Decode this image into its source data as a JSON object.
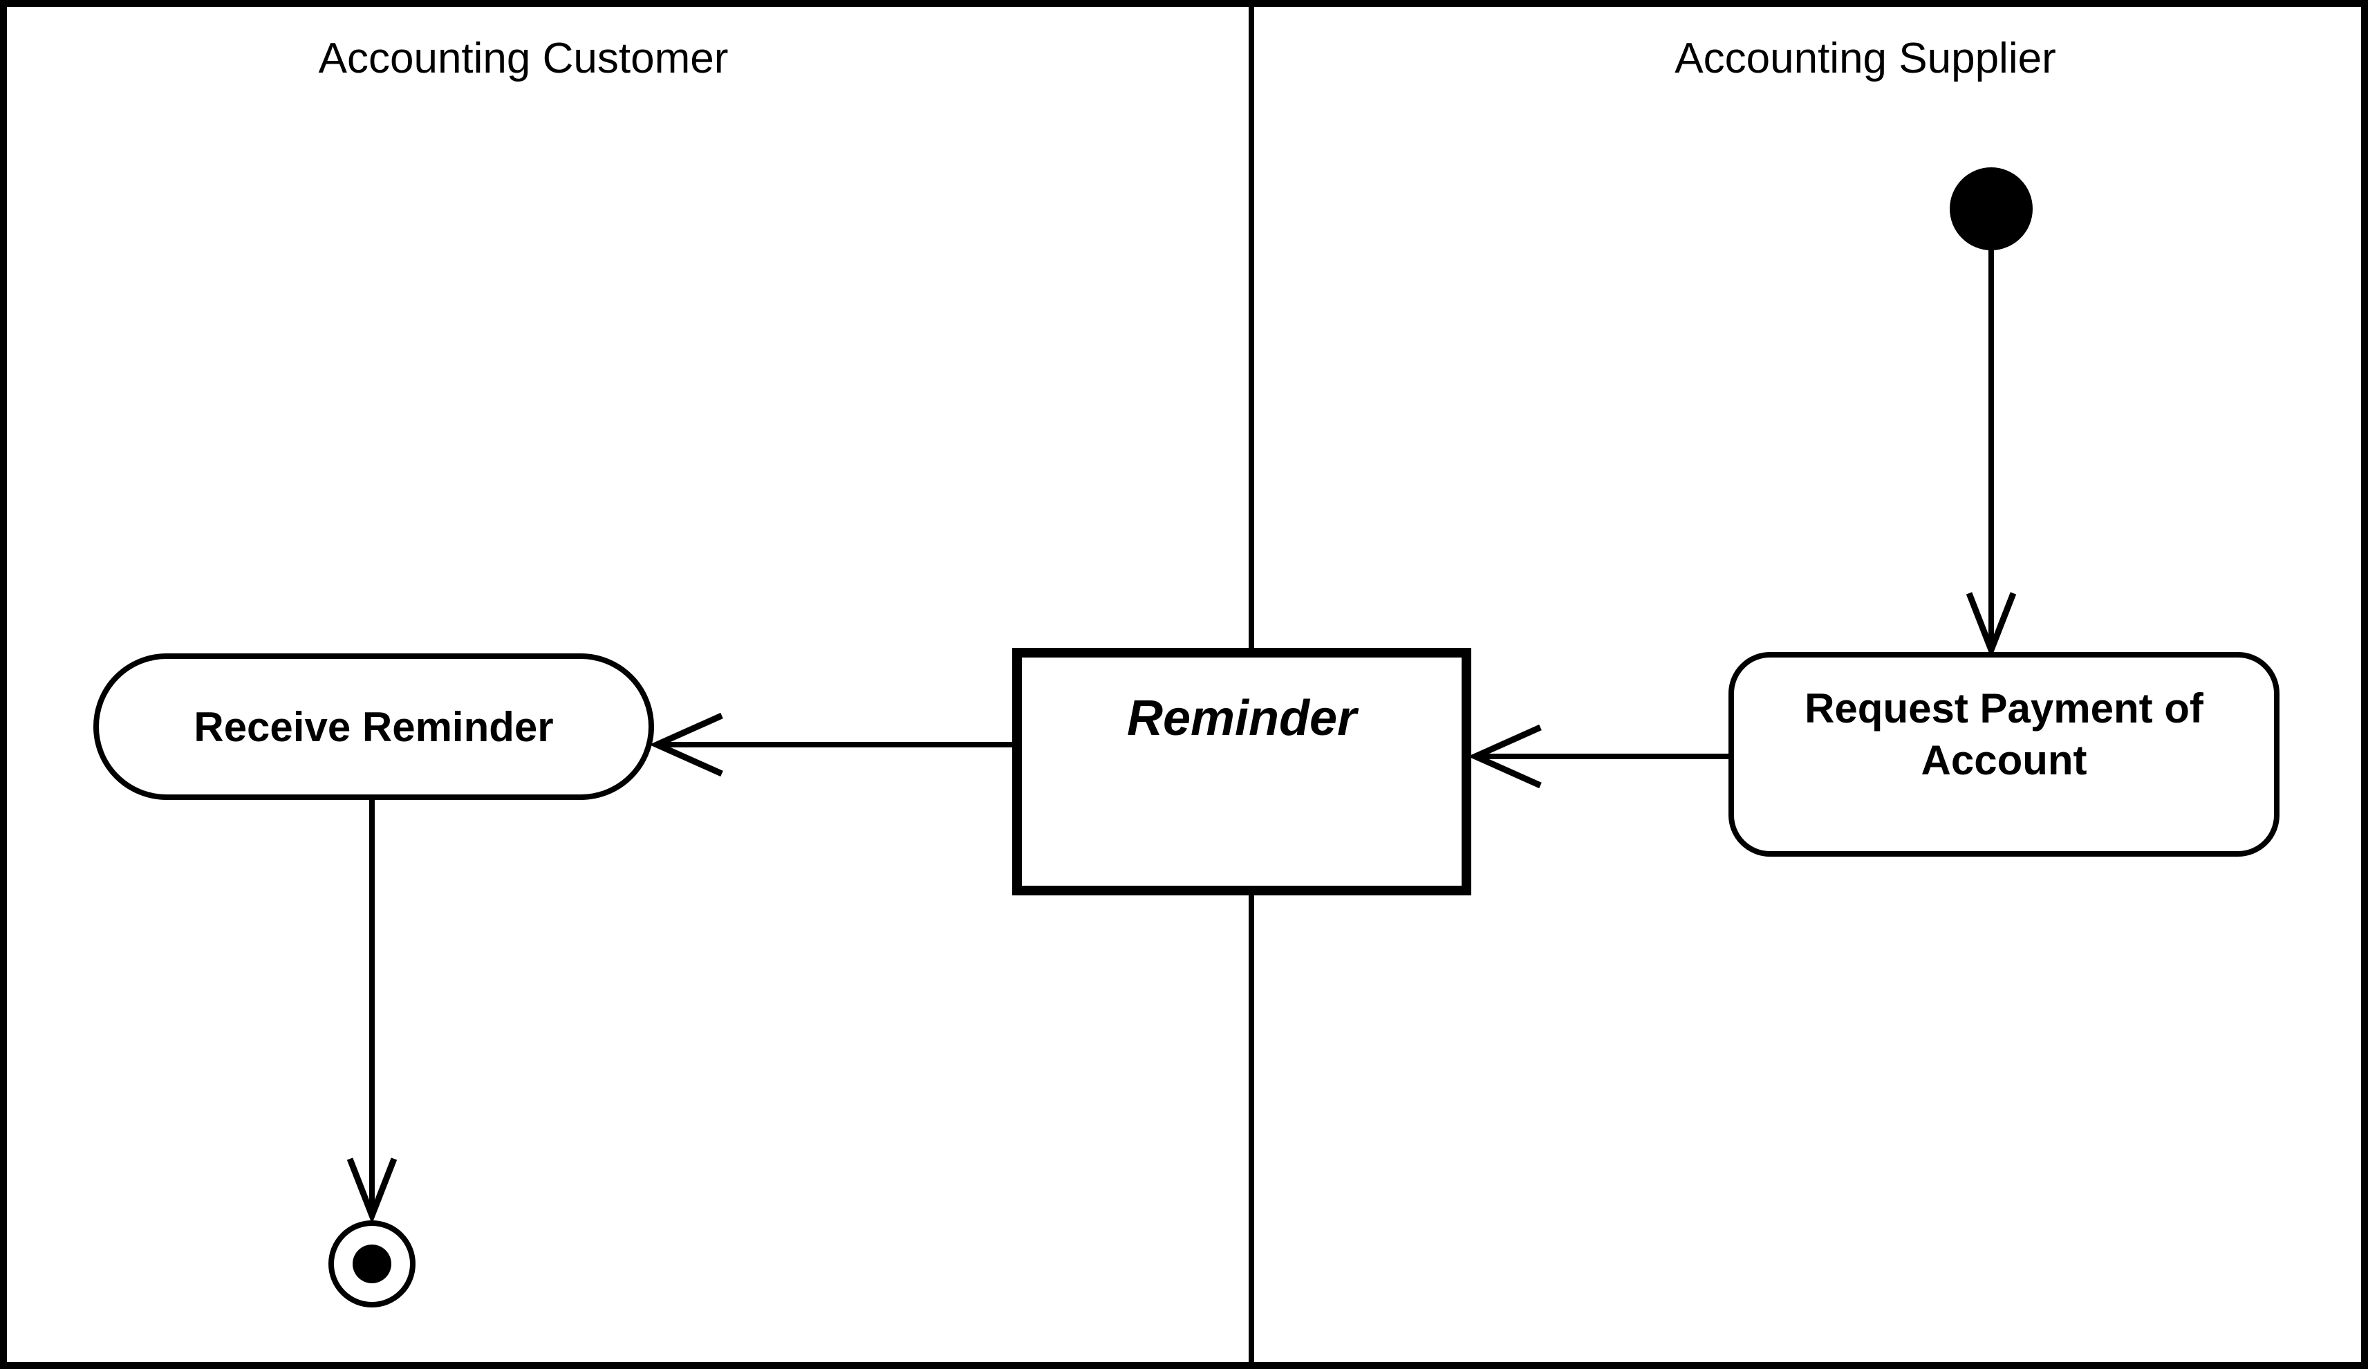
{
  "diagram": {
    "type": "uml-activity-diagram-with-swimlanes",
    "colors": {
      "background": "#ffffff",
      "line": "#000000",
      "node_fill": "#ffffff",
      "text": "#000000"
    },
    "lanes": [
      {
        "title": "Accounting Customer"
      },
      {
        "title": "Accounting Supplier"
      }
    ],
    "nodes": {
      "start": {
        "type": "initial-node",
        "lane": "Accounting Supplier"
      },
      "request_payment": {
        "type": "activity",
        "label": "Request Payment of Account",
        "lane": "Accounting Supplier"
      },
      "reminder": {
        "type": "object",
        "label": "Reminder",
        "lane": "between lanes"
      },
      "receive_reminder": {
        "type": "activity",
        "label": "Receive Reminder",
        "lane": "Accounting Customer"
      },
      "final": {
        "type": "final-node",
        "lane": "Accounting Customer"
      }
    },
    "edges": [
      {
        "from": "start",
        "to": "request_payment",
        "direction": "down"
      },
      {
        "from": "request_payment",
        "to": "reminder",
        "direction": "left"
      },
      {
        "from": "reminder",
        "to": "receive_reminder",
        "direction": "left"
      },
      {
        "from": "receive_reminder",
        "to": "final",
        "direction": "down"
      }
    ]
  }
}
